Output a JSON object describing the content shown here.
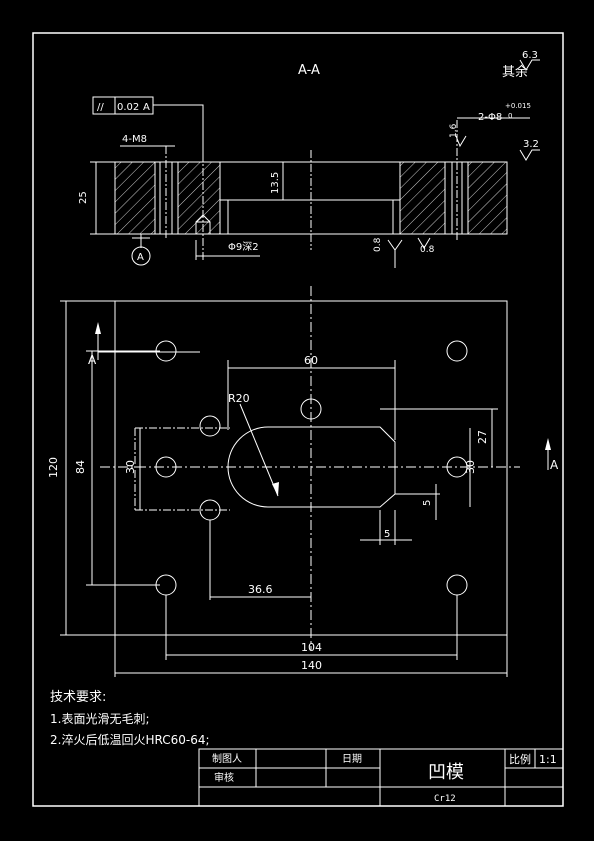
{
  "section": {
    "label": "A-A",
    "remaining_roughness_label": "其余",
    "remaining_roughness_value": "6.3",
    "flatness_symbol": "//",
    "flatness_value": "0.02",
    "datum": "A",
    "tap_label": "4-M8",
    "pin_label": "2-Φ8",
    "pin_tol_upper": "+0.015",
    "pin_tol_lower": "0",
    "rough_1": "1.6",
    "rough_2": "3.2",
    "rough_3": "0.8",
    "rough_4": "0.8",
    "height_25": "25",
    "depth_13_5": "13.5",
    "cbore_label": "Φ9深2",
    "datum_marker": "A"
  },
  "plan": {
    "dim_120": "120",
    "dim_84": "84",
    "dim_30": "30",
    "dim_60": "60",
    "dim_r20": "R20",
    "dim_27": "27",
    "dim_30b": "30",
    "dim_5a": "5",
    "dim_5b": "5",
    "dim_36_6": "36.6",
    "dim_104": "104",
    "dim_140": "140",
    "cut_a_left": "A",
    "cut_a_right": "A"
  },
  "notes": {
    "title": "技术要求:",
    "line1": "1.表面光滑无毛刺;",
    "line2": "2.淬火后低温回火HRC60-64;"
  },
  "titleblock": {
    "drawn_by": "制图人",
    "date": "日期",
    "reviewed": "审核",
    "part_name": "凹模",
    "scale_label": "比例",
    "scale_value": "1:1",
    "material": "Cr12"
  }
}
